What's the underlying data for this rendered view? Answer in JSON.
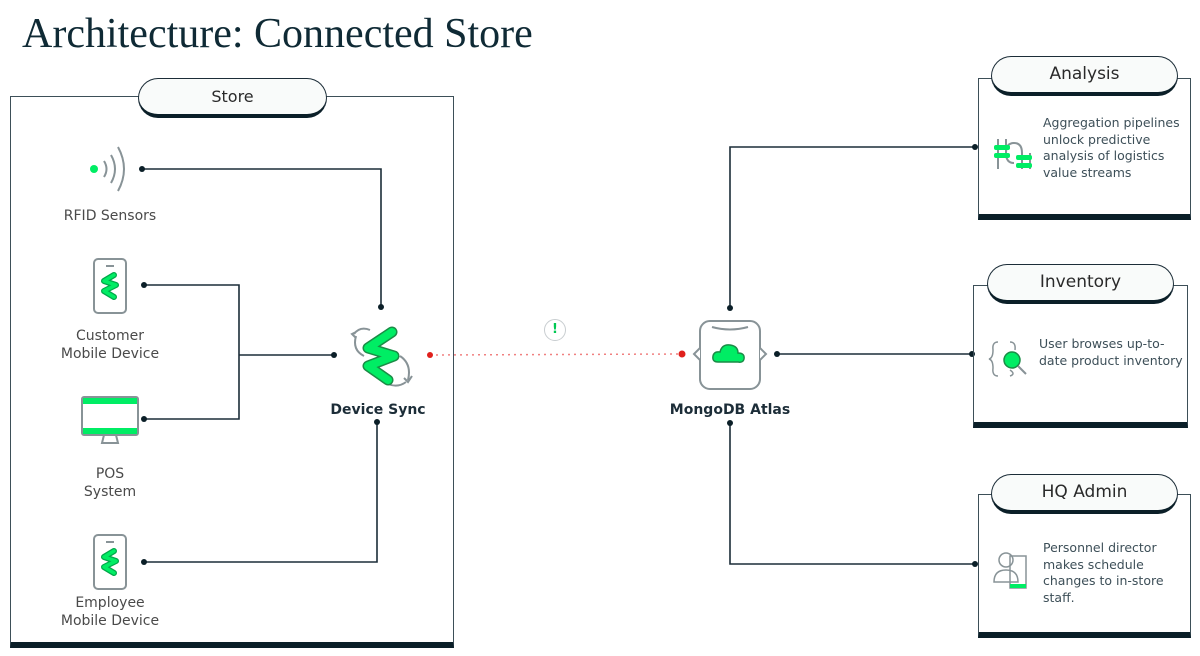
{
  "title": "Architecture: Connected Store",
  "colors": {
    "accent_green": "#00ed64",
    "line_dark": "#1c2d38",
    "border_dark": "#0b1f28",
    "icon_gray": "#889397",
    "alert_red": "#e0201c"
  },
  "store": {
    "label": "Store",
    "devices": [
      {
        "label": "RFID Sensors",
        "icon": "rfid-signal-icon"
      },
      {
        "label_line1": "Customer",
        "label_line2": "Mobile Device",
        "icon": "mobile-phone-icon"
      },
      {
        "label_line1": "POS",
        "label_line2": "System",
        "icon": "monitor-icon"
      },
      {
        "label_line1": "Employee",
        "label_line2": "Mobile Device",
        "icon": "mobile-phone-icon"
      }
    ],
    "sync": {
      "label": "Device Sync",
      "icon": "device-sync-icon"
    }
  },
  "connection": {
    "status_icon": "alert-icon",
    "style": "dotted-red"
  },
  "atlas": {
    "label": "MongoDB Atlas",
    "icon": "atlas-cloud-icon"
  },
  "panels": [
    {
      "title": "Analysis",
      "icon": "pipeline-icon",
      "description": "Aggregation pipelines unlock predictive analysis of logistics value streams"
    },
    {
      "title": "Inventory",
      "icon": "search-braces-icon",
      "description": "User browses up-to-date product inventory"
    },
    {
      "title": "HQ Admin",
      "icon": "personnel-icon",
      "description": "Personnel director makes schedule changes to in-store staff."
    }
  ]
}
